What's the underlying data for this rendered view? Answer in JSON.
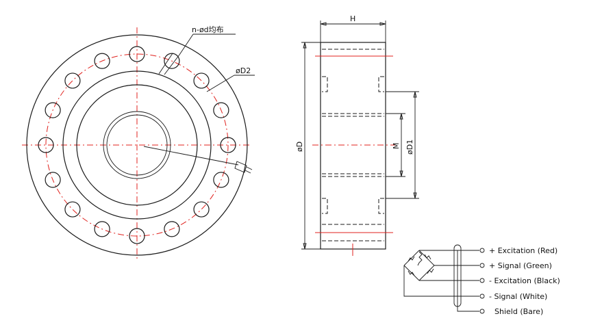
{
  "labels": {
    "holes": "n-ød均布",
    "pcd": "øD2",
    "height": "H",
    "outer_dia": "øD",
    "thread": "M",
    "inner_dia": "øD1"
  },
  "wiring": [
    {
      "label": "+ Excitation (Red)"
    },
    {
      "label": "+ Signal (Green)"
    },
    {
      "label": "- Excitation (Black)"
    },
    {
      "label": "- Signal (White)"
    },
    {
      "label": "Shield (Bare)"
    }
  ],
  "hole_count": 16,
  "colors": {
    "line": "#1a1a1a",
    "centerline": "#e0201c"
  }
}
